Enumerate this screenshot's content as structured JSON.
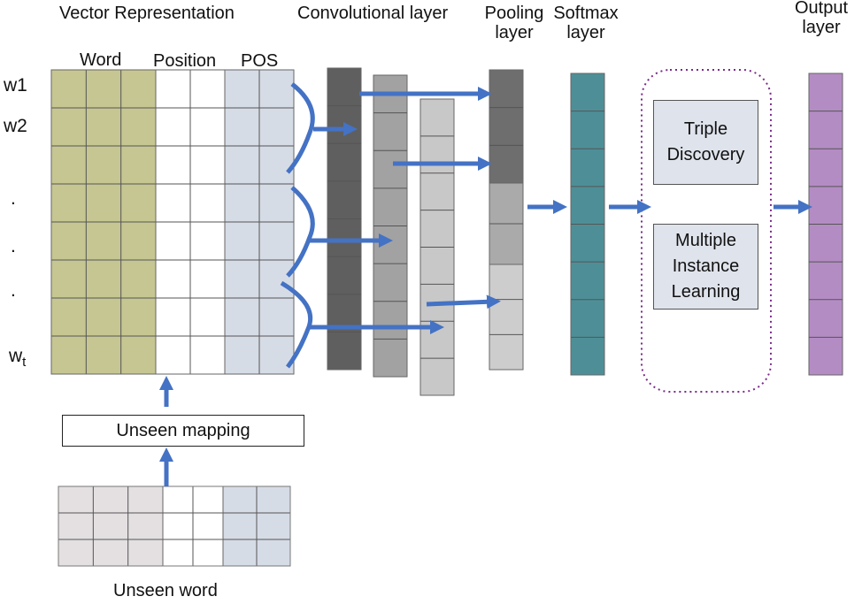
{
  "headers": {
    "vector_representation": "Vector Representation",
    "convolutional": "Convolutional layer",
    "pooling": "Pooling\nlayer",
    "softmax": "Softmax\nlayer",
    "output": "Output\nlayer"
  },
  "columns": {
    "word": "Word",
    "position": "Position",
    "pos": "POS"
  },
  "rows": {
    "w1": "w1",
    "w2": "w2",
    "dot1": ".",
    "dot2": ".",
    "dot3": ".",
    "wt_base": "w",
    "wt_sub": "t"
  },
  "boxes": {
    "unseen_mapping": "Unseen mapping",
    "unseen_word": "Unseen word",
    "triple_discovery": "Triple\nDiscovery",
    "mil": "Multiple\nInstance\nLearning"
  },
  "colors": {
    "word": "#c6c692",
    "position": "#ffffff",
    "pos": "#d6dce6",
    "conv1": "#5f5f5f",
    "conv2": "#a2a2a2",
    "conv3": "#c8c8c8",
    "pool_top": "#6e6e6e",
    "pool_mid": "#aaaaaa",
    "pool_bot": "#cdcdcd",
    "softmax": "#4e8f97",
    "output": "#b48cc4",
    "arrow": "#4472c4",
    "dotted": "#7a2a8a",
    "unseen_word_cells": "#e4e0e2",
    "unseen_pos_cells": "#d6dce6"
  }
}
